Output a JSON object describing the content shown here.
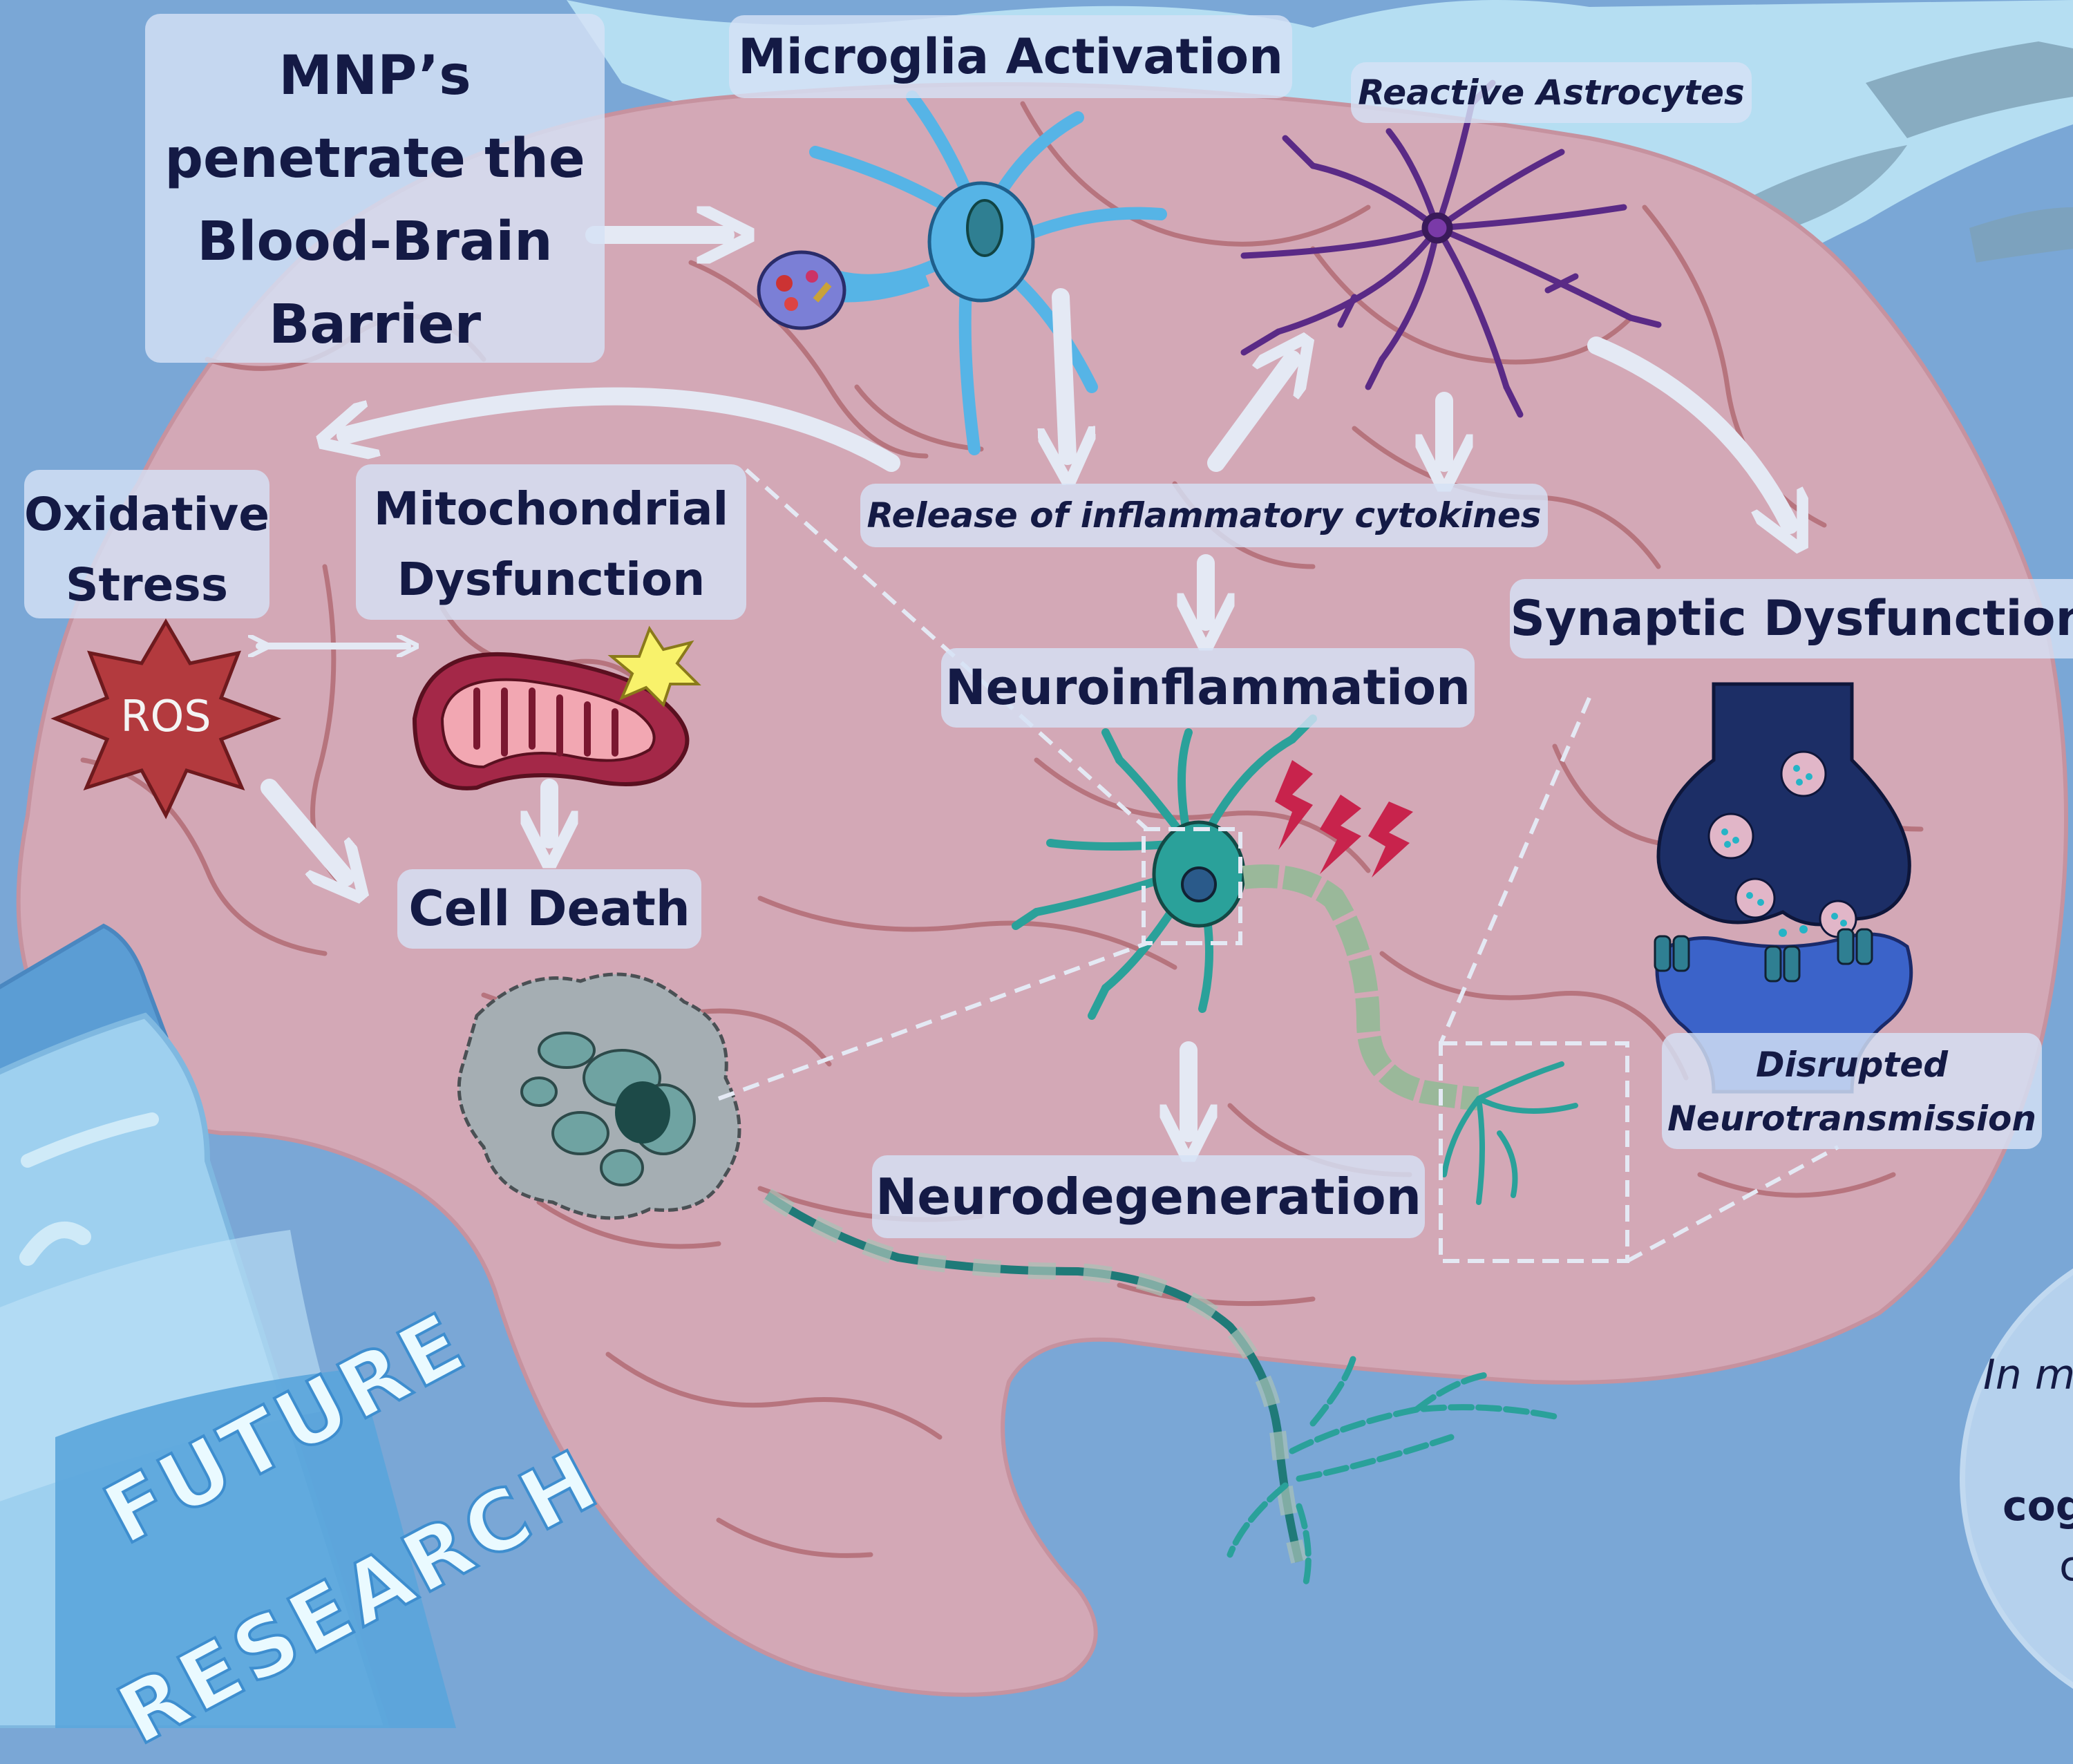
{
  "labels": {
    "mnp_line1": "MNP’s",
    "mnp_line2": "penetrate the",
    "mnp_line3": "Blood-Brain",
    "mnp_line4": "Barrier",
    "microglia": "Microglia Activation",
    "astrocytes": "Reactive Astrocytes",
    "cytokines": "Release of inflammatory cytokines",
    "oxidative_line1": "Oxidative",
    "oxidative_line2": "Stress",
    "mito_line1": "Mitochondrial",
    "mito_line2": "Dysfunction",
    "ros": "ROS",
    "neuroinflammation": "Neuroinflammation",
    "synaptic": "Synaptic Dysfunction",
    "cell_death": "Cell Death",
    "neurodegeneration": "Neurodegeneration",
    "disrupted_line1": "Disrupted",
    "disrupted_line2": "Neurotransmission"
  },
  "bottle": {
    "word1": "FUTURE",
    "word2": "RESEARCH"
  },
  "side_panel": {
    "line1": "In m",
    "line2": "cog",
    "line3": "c"
  },
  "colors": {
    "background": "#7aa7d6",
    "brain": "#d3a8b6",
    "label_bg": "#d6e2f5",
    "label_text": "#141a45",
    "arrow": "#e4e9f4",
    "microglia": "#56b4e6",
    "astrocyte": "#5a2a86",
    "neuron": "#2aa19a",
    "mitochondria": "#a42848",
    "ros_star": "#b33a3e",
    "synapse_top": "#1c2e66",
    "synapse_bottom": "#3b63c9"
  }
}
